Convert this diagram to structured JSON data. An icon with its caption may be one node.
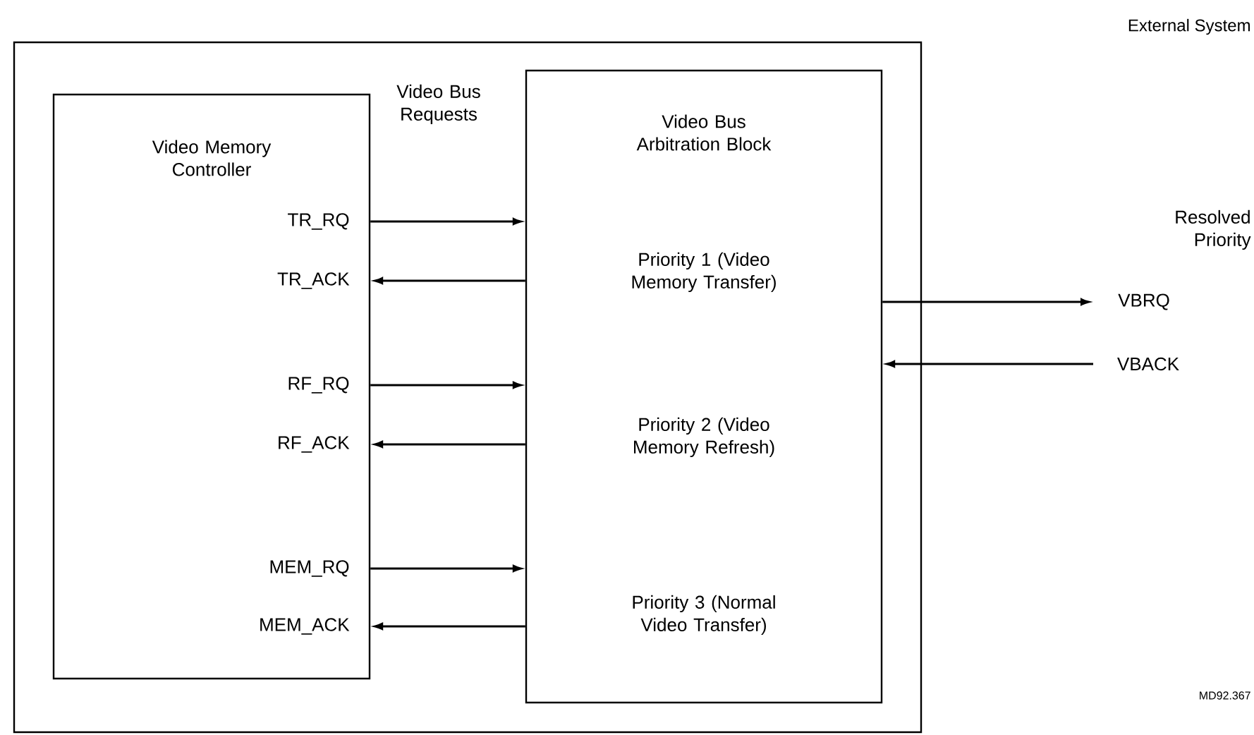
{
  "diagram": {
    "nodes": [
      {
        "text": [],
        "shape": "box"
      },
      {
        "text": [
          "Video Memory Controller"
        ],
        "in": 0
      },
      {
        "text": [
          "Video Bus Arbitration Block",
          "Priority 1 (Video Memory Transfer)",
          "Priority 2 (Video Memory Refresh)",
          "Priority 3 (Normal Video Transfer)"
        ],
        "in": 0
      },
      {
        "text": [
          "VBRQ"
        ]
      },
      {
        "text": [
          "VBACK"
        ]
      }
    ],
    "edges": [
      {
        "from": 1,
        "to": 2,
        "arrow": "to"
      },
      {
        "from": 2,
        "to": 1,
        "arrow": "to"
      },
      {
        "from": 1,
        "to": 2,
        "arrow": "to"
      },
      {
        "from": 2,
        "to": 1,
        "arrow": "to"
      },
      {
        "from": 1,
        "to": 2,
        "arrow": "to"
      },
      {
        "from": 2,
        "to": 1,
        "arrow": "to"
      },
      {
        "from": 2,
        "to": 3,
        "arrow": "to"
      },
      {
        "from": 4,
        "to": 2,
        "arrow": "to"
      }
    ],
    "labels": [
      "External System",
      "Video Bus Requests",
      "TR_RQ",
      "TR_ACK",
      "Resolved Priority",
      "RF_RQ",
      "RF_ACK",
      "MEM_RQ",
      "MEM_ACK",
      "MD92.367"
    ]
  }
}
